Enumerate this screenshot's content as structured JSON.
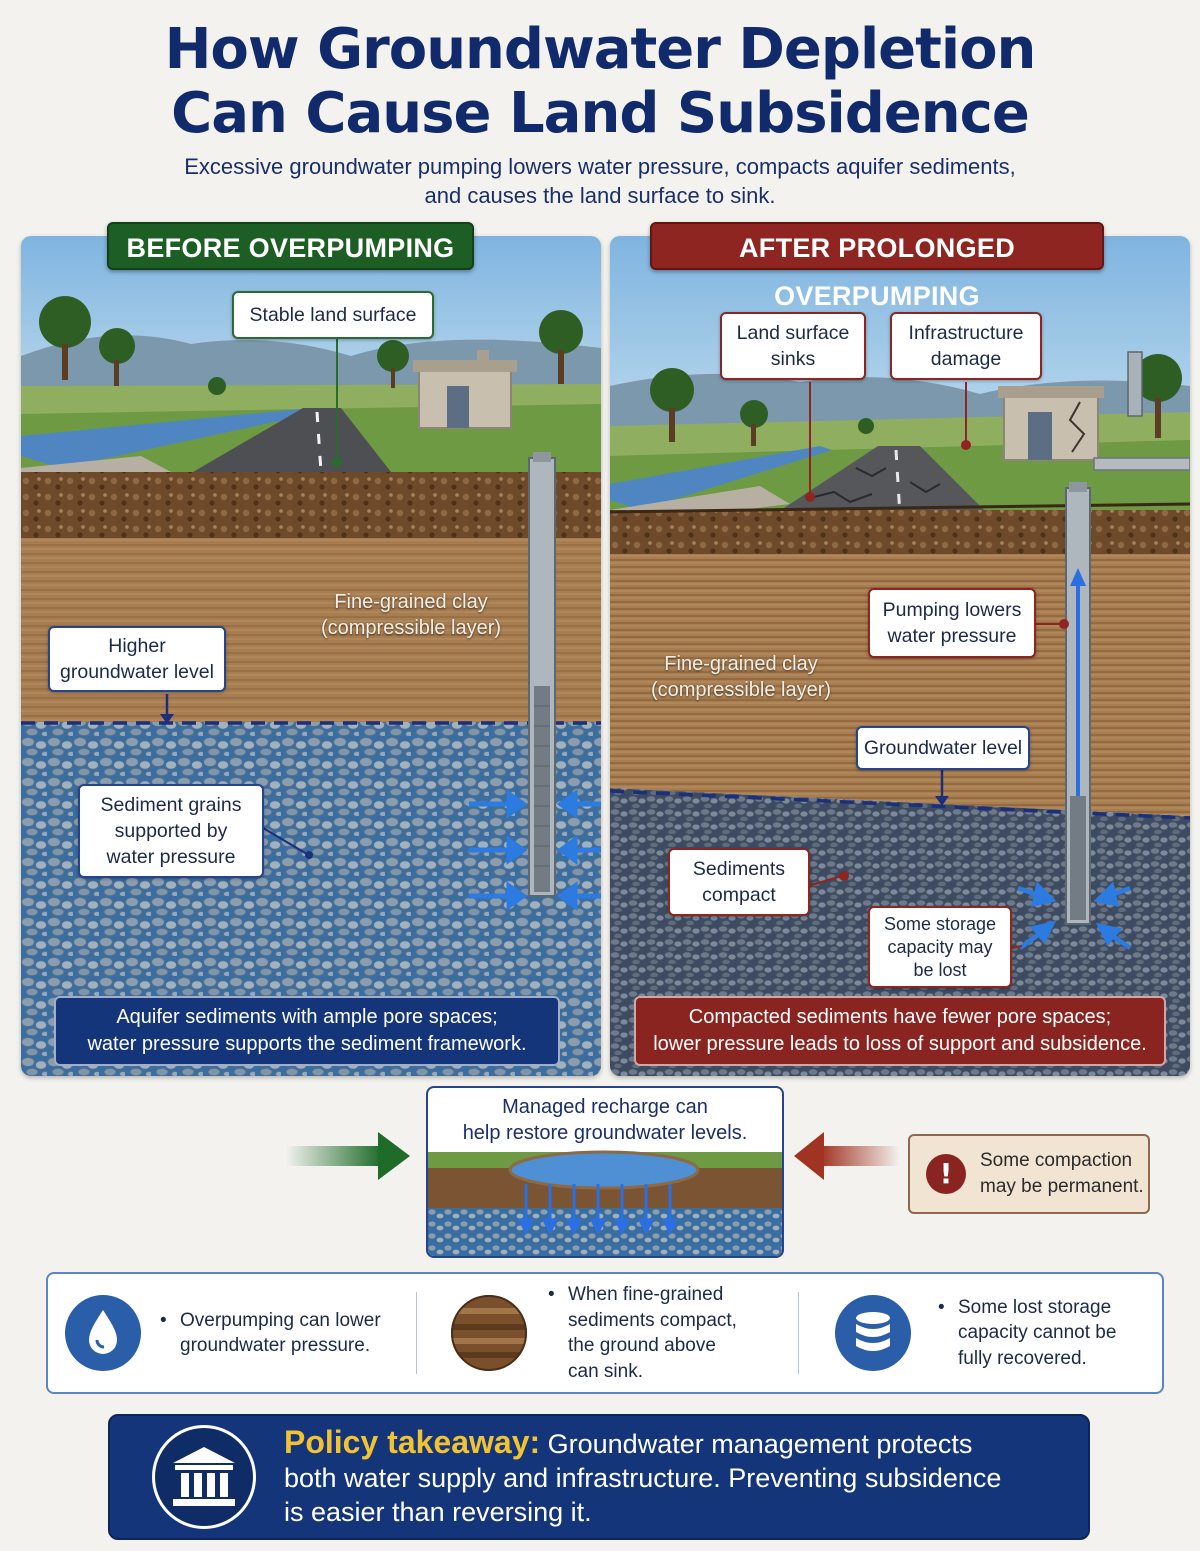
{
  "title_line1": "How Groundwater Depletion",
  "title_line2": "Can Cause Land Subsidence",
  "subtitle_line1": "Excessive groundwater pumping lowers water pressure, compacts aquifer sediments,",
  "subtitle_line2": "and causes the land surface to sink.",
  "before": {
    "heading": "BEFORE OVERPUMPING",
    "callout_surface": "Stable land surface",
    "clay_label_1": "Fine-grained clay",
    "clay_label_2": "(compressible layer)",
    "callout_level_1": "Higher",
    "callout_level_2": "groundwater level",
    "callout_grains_1": "Sediment grains",
    "callout_grains_2": "supported by",
    "callout_grains_3": "water pressure",
    "banner_1": "Aquifer sediments with ample pore spaces;",
    "banner_2": "water pressure supports the sediment framework."
  },
  "after": {
    "heading": "AFTER PROLONGED OVERPUMPING",
    "callout_sinks_1": "Land surface",
    "callout_sinks_2": "sinks",
    "callout_damage_1": "Infrastructure",
    "callout_damage_2": "damage",
    "callout_pumping_1": "Pumping lowers",
    "callout_pumping_2": "water pressure",
    "clay_label_1": "Fine-grained clay",
    "clay_label_2": "(compressible layer)",
    "callout_level": "Groundwater level",
    "callout_compact_1": "Sediments",
    "callout_compact_2": "compact",
    "callout_storage_1": "Some storage",
    "callout_storage_2": "capacity may",
    "callout_storage_3": "be lost",
    "banner_1": "Compacted sediments have fewer pore spaces;",
    "banner_2": "lower pressure leads to loss of support and subsidence."
  },
  "recharge": {
    "line1": "Managed recharge can",
    "line2": "help restore groundwater levels."
  },
  "warning": {
    "icon": "!",
    "line1": "Some compaction",
    "line2": "may be permanent."
  },
  "facts": [
    {
      "icon": "water-drop-icon",
      "line1": "Overpumping can lower",
      "line2": "groundwater pressure."
    },
    {
      "icon": "soil-layers-icon",
      "line1": "When fine-grained",
      "line2": "sediments compact,",
      "line3": "the ground above",
      "line4": "can sink."
    },
    {
      "icon": "storage-tank-icon",
      "line1": "Some lost storage",
      "line2": "capacity cannot be",
      "line3": "fully recovered."
    }
  ],
  "policy": {
    "lead": "Policy takeaway:",
    "line1": " Groundwater management protects",
    "line2": "both water supply and infrastructure. Preventing subsidence",
    "line3": "is easier than reversing it."
  },
  "colors": {
    "navy": "#102a6b",
    "before_green": "#1d5e24",
    "after_red": "#8e2521",
    "policy_gold": "#f2c230"
  }
}
